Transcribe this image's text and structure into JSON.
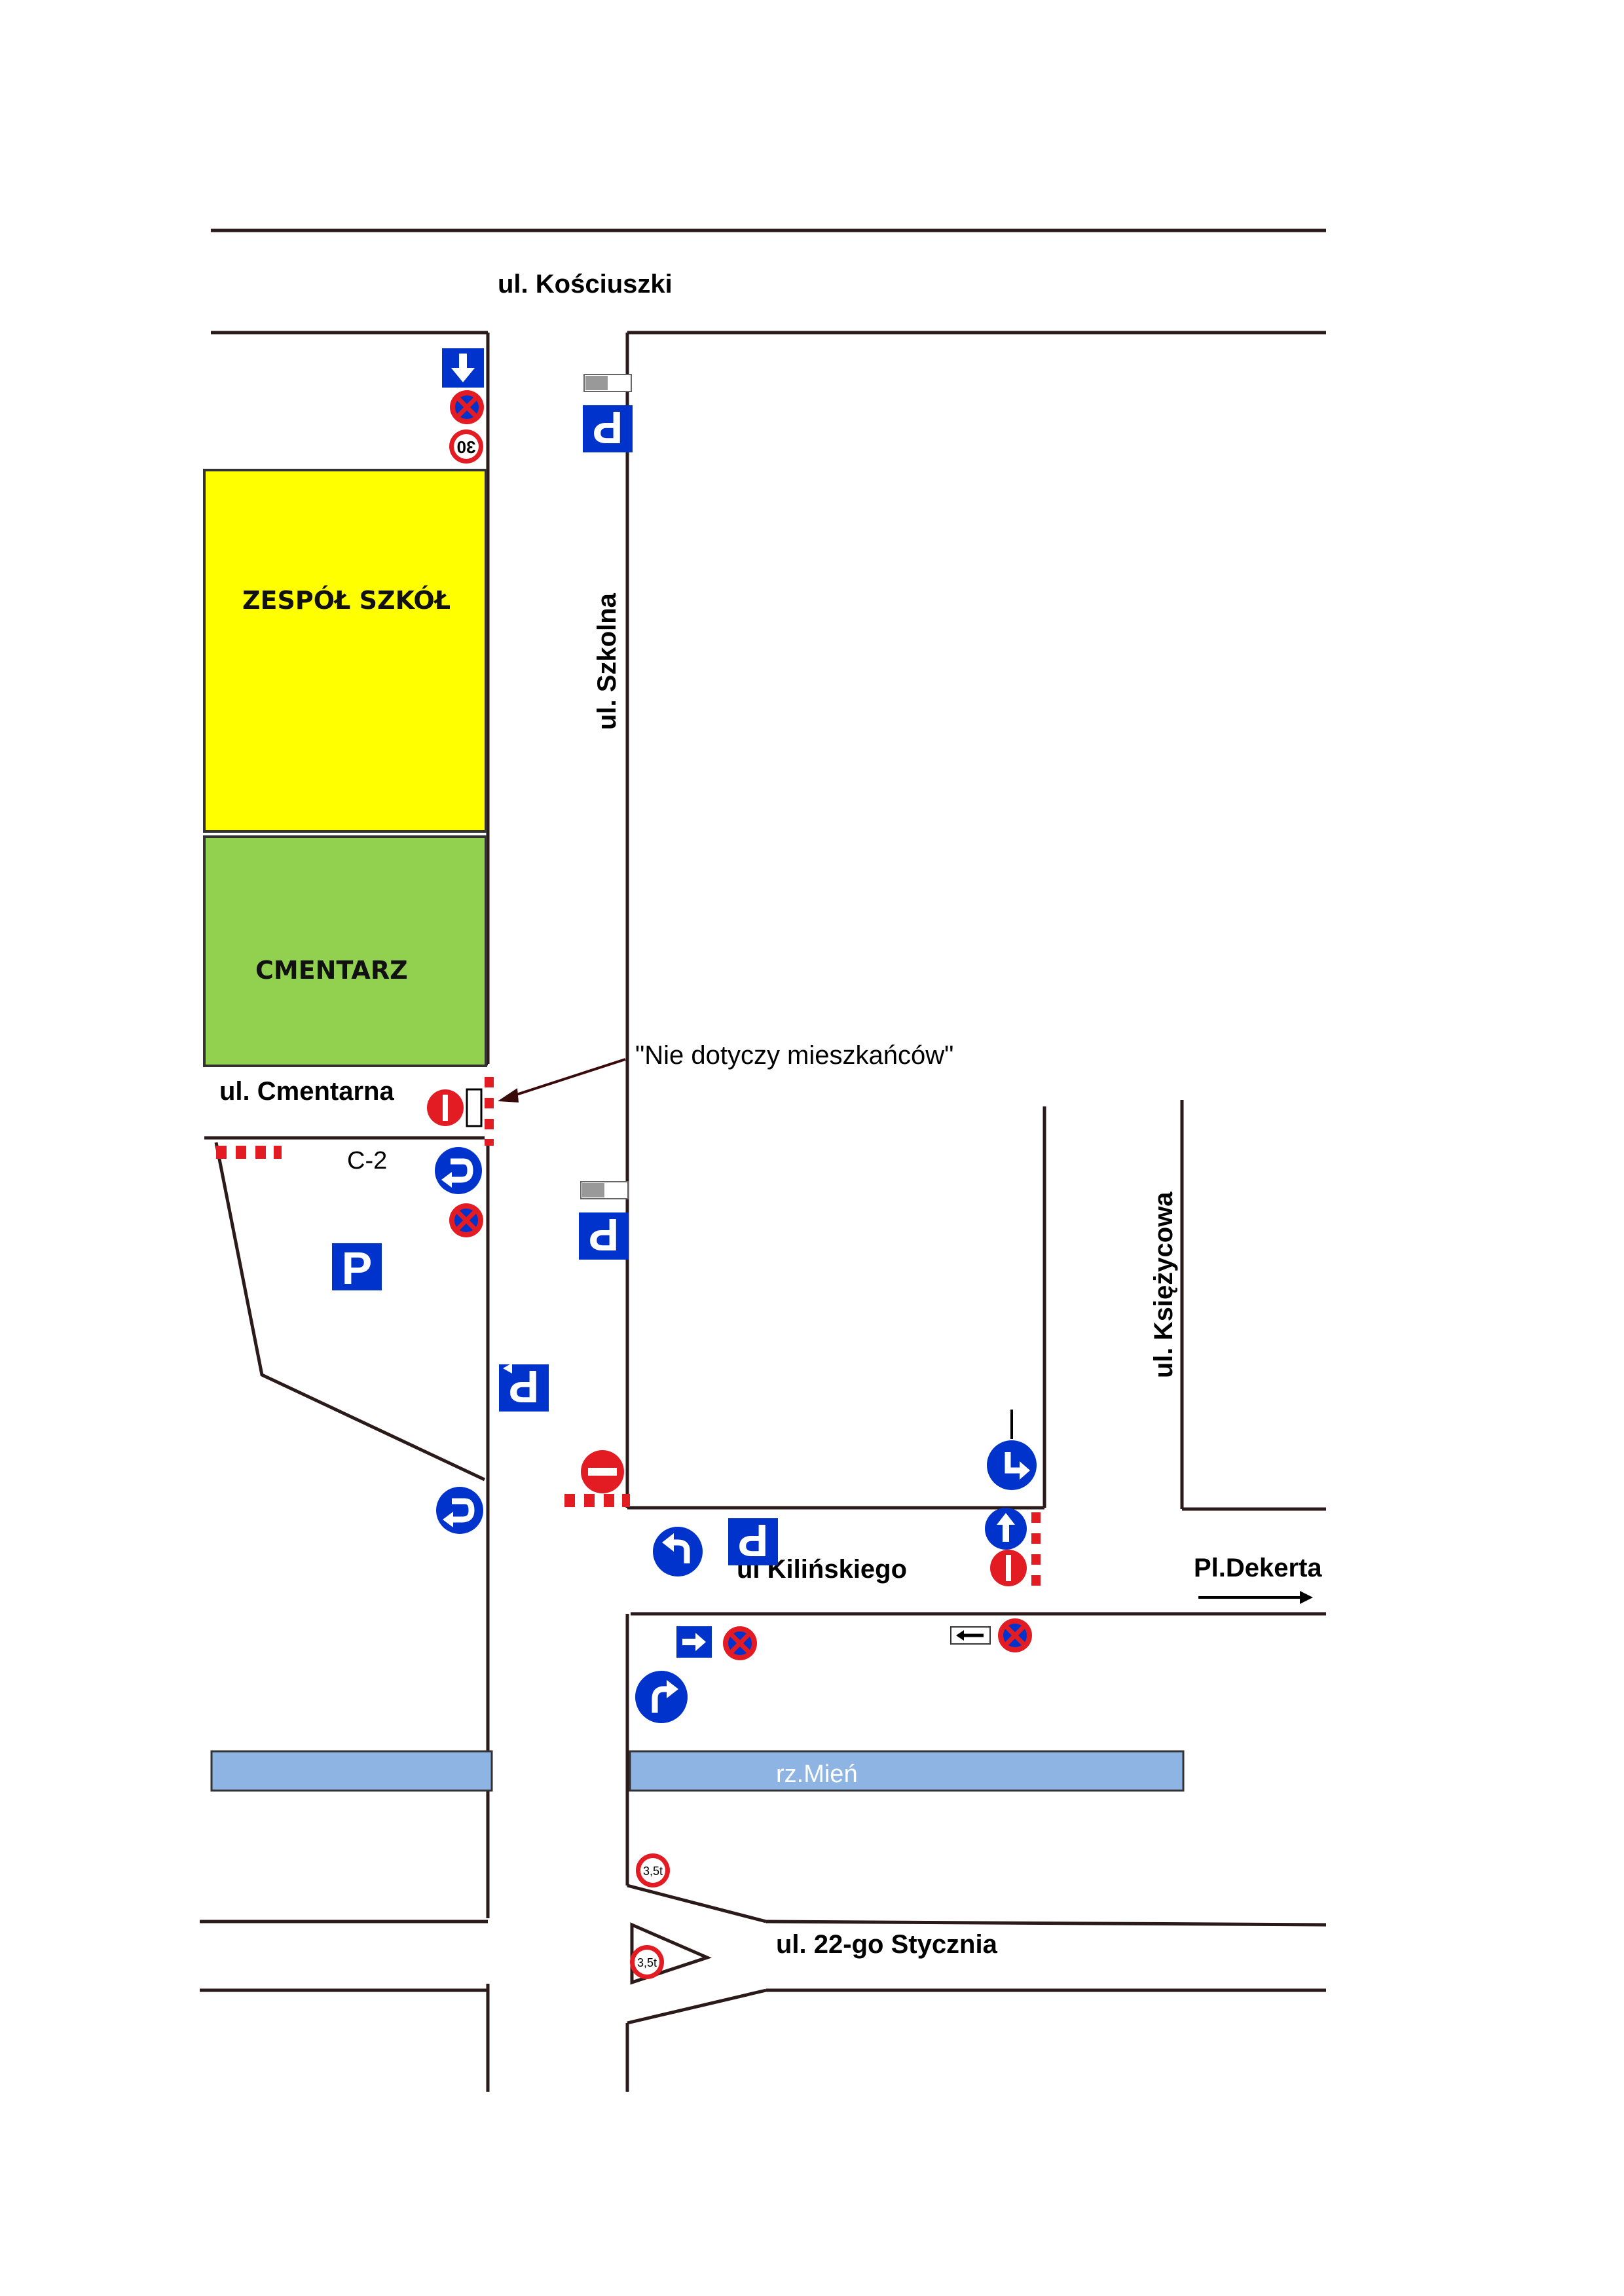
{
  "streets": {
    "kosciuszki": "ul. Kościuszki",
    "szkolna": "ul. Szkolna",
    "cmentarna": "ul. Cmentarna",
    "kilinskiego": "ul Kilińskiego",
    "ksiezycowa": "ul. Księżycowa",
    "styczna": "ul. 22-go Stycznia",
    "dekerta": "Pl.Dekerta"
  },
  "areas": {
    "school": "ZESPÓŁ SZKÓŁ",
    "cemetery": "CMENTARZ",
    "river": "rz.Mień"
  },
  "annotations": {
    "residents_note": "\"Nie dotyczy mieszkańców\"",
    "c2_label": "C-2"
  },
  "signs": {
    "speed_limit": "30",
    "weight_limit": "3,5t",
    "parking": "P"
  },
  "colors": {
    "school": "#ffff00",
    "cemetery": "#92d050",
    "river": "#8eb4e3",
    "sign_blue": "#0033cc",
    "sign_red": "#e31b23",
    "road": "#2a1a1a"
  }
}
